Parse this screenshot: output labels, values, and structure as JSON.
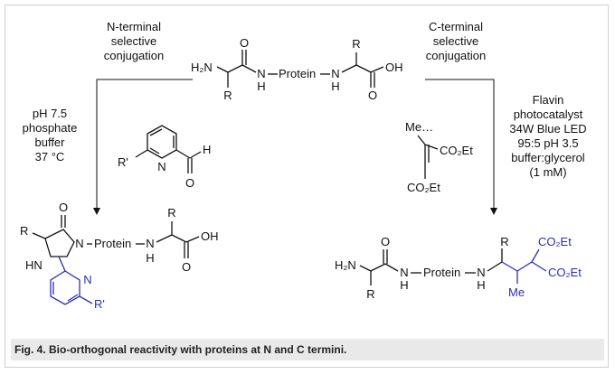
{
  "left_conditions": {
    "title": [
      "N-terminal",
      "selective",
      "conjugation"
    ],
    "reagent_conditions": [
      "pH 7.5",
      "phosphate",
      "buffer",
      "37 °C"
    ]
  },
  "right_conditions": {
    "title": [
      "C-terminal",
      "selective",
      "conjugation"
    ],
    "reagent_conditions": [
      "Flavin",
      "photocatalyst",
      "34W Blue LED",
      "95:5 pH 3.5",
      "buffer:glycerol",
      "(1 mM)"
    ]
  },
  "protein_label": "Protein",
  "labels": {
    "R": "R",
    "R_prime": "R'",
    "N": "N",
    "H": "H",
    "O": "O",
    "OH": "OH",
    "HN": "HN",
    "H2N": "H₂N",
    "Me": "Me",
    "Et": "Et"
  },
  "groups": {
    "ester": "CO₂Et"
  },
  "caption": "Fig. 4. Bio-orthogonal reactivity with proteins at N and C termini.",
  "colors": {
    "product_highlight": "#2b2fb0",
    "caption_bg": "#e9e9e9",
    "frame": "#cfcfcf"
  }
}
